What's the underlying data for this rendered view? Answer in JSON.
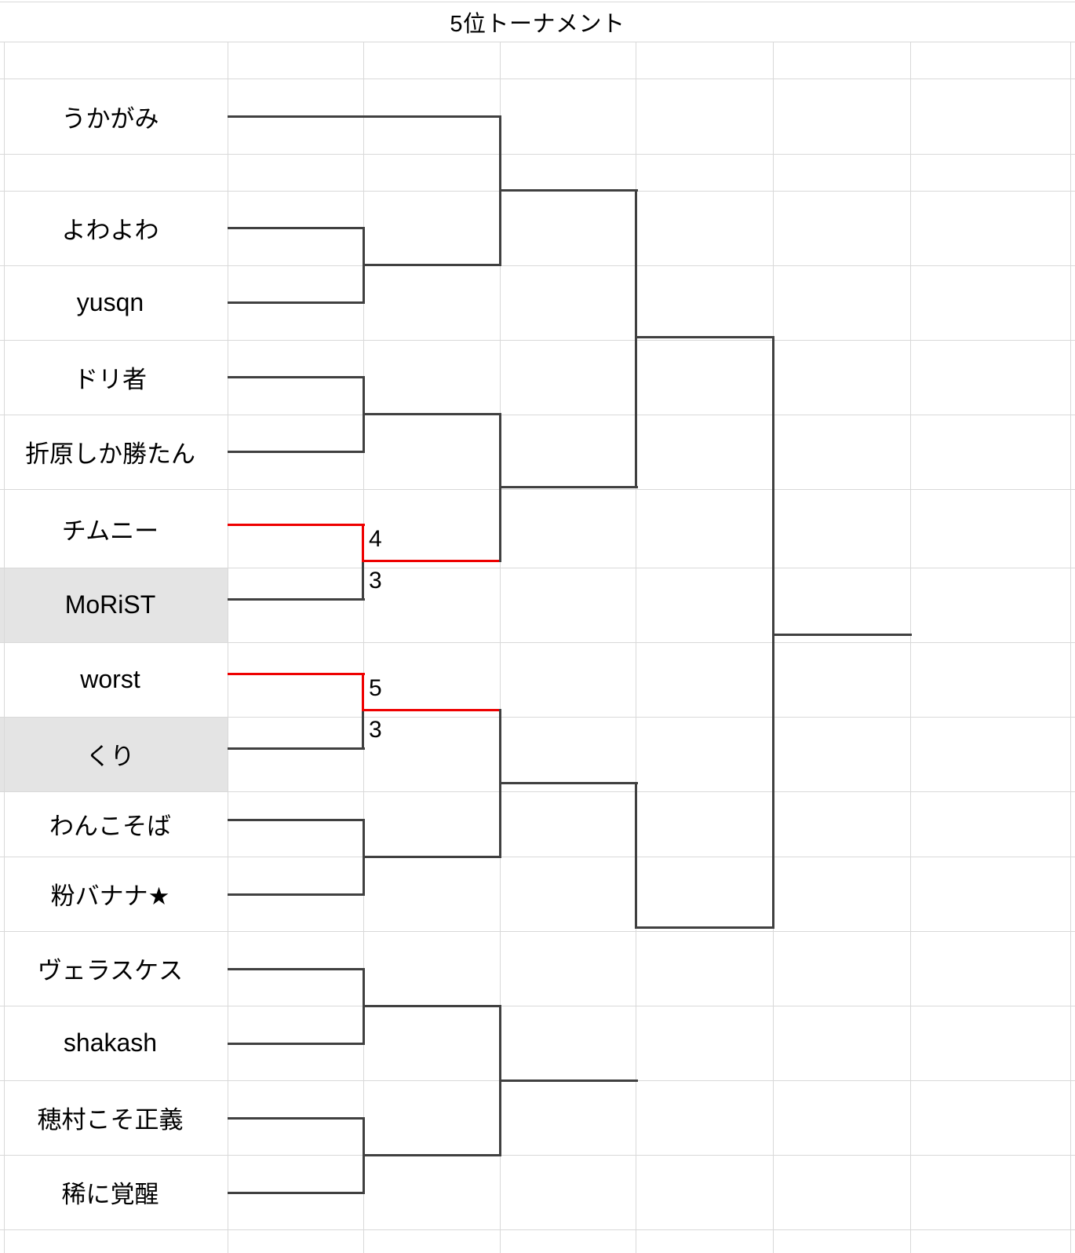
{
  "title": "5位トーナメント",
  "colors": {
    "gridline": "#d9d9d9",
    "bracket_line": "#404040",
    "winner_line": "#ee0000",
    "shaded_row": "#e4e4e4",
    "text": "#000000"
  },
  "bracket": {
    "round1_seeds": [
      {
        "name": "うかがみ",
        "shaded": false,
        "bye": true
      },
      {
        "name": "よわよわ",
        "shaded": false,
        "bye": false
      },
      {
        "name": "yusqn",
        "shaded": false,
        "bye": false
      },
      {
        "name": "ドリ者",
        "shaded": false,
        "bye": false
      },
      {
        "name": "折原しか勝たん",
        "shaded": false,
        "bye": false
      },
      {
        "name": "チムニー",
        "shaded": false,
        "bye": false
      },
      {
        "name": "MoRiST",
        "shaded": true,
        "bye": false
      },
      {
        "name": "worst",
        "shaded": false,
        "bye": false
      },
      {
        "name": "くり",
        "shaded": true,
        "bye": false
      },
      {
        "name": "わんこそば",
        "shaded": false,
        "bye": false
      },
      {
        "name": "粉バナナ★",
        "shaded": false,
        "bye": false
      },
      {
        "name": "ヴェラスケス",
        "shaded": false,
        "bye": false
      },
      {
        "name": "shakash",
        "shaded": false,
        "bye": false
      },
      {
        "name": "穂村こそ正義",
        "shaded": false,
        "bye": false
      },
      {
        "name": "稀に覚醒",
        "shaded": false,
        "bye": false
      }
    ],
    "matches": [
      {
        "id": "m-chimney-morist",
        "top": "チムニー",
        "bottom": "MoRiST",
        "top_score": "4",
        "bottom_score": "3",
        "winner": "チムニー",
        "highlighted": true
      },
      {
        "id": "m-worst-kuri",
        "top": "worst",
        "bottom": "くり",
        "top_score": "5",
        "bottom_score": "3",
        "winner": "worst",
        "highlighted": true
      }
    ],
    "score_labels": [
      {
        "value": "4",
        "match": "m-chimney-morist",
        "side": "top"
      },
      {
        "value": "3",
        "match": "m-chimney-morist",
        "side": "bottom"
      },
      {
        "value": "5",
        "match": "m-worst-kuri",
        "side": "top"
      },
      {
        "value": "3",
        "match": "m-worst-kuri",
        "side": "bottom"
      }
    ]
  }
}
